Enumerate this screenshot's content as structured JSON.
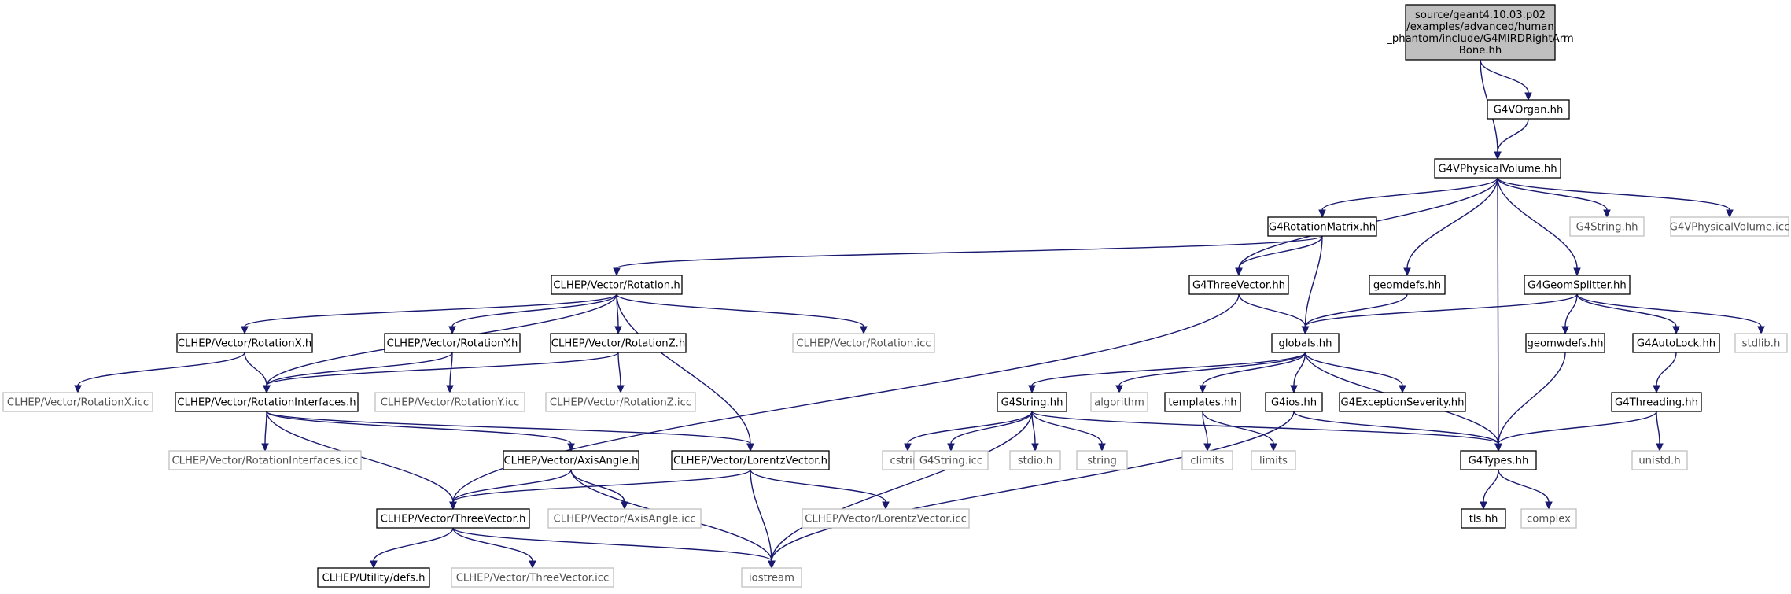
{
  "graph": {
    "colors": {
      "edge": "#191970",
      "node_border": "#000000",
      "external_node_border": "#bfbfbf",
      "external_node_text": "#505050",
      "root_fill": "#bfbfbf",
      "background": "#ffffff"
    },
    "nodes": [
      {
        "id": "root",
        "lines": [
          "source/geant4.10.03.p02",
          "/examples/advanced/human",
          "_phantom/include/G4MIRDRightArm",
          "Bone.hh"
        ],
        "kind": "root"
      },
      {
        "id": "g4vorgan",
        "lines": [
          "G4VOrgan.hh"
        ],
        "kind": "file"
      },
      {
        "id": "g4vphysicalvolume",
        "lines": [
          "G4VPhysicalVolume.hh"
        ],
        "kind": "file"
      },
      {
        "id": "g4rotationmatrix",
        "lines": [
          "G4RotationMatrix.hh"
        ],
        "kind": "file"
      },
      {
        "id": "g4string_ext",
        "lines": [
          "G4String.hh"
        ],
        "kind": "external"
      },
      {
        "id": "g4vphysicalvolume_icc",
        "lines": [
          "G4VPhysicalVolume.icc"
        ],
        "kind": "external"
      },
      {
        "id": "clhep_rotation",
        "lines": [
          "CLHEP/Vector/Rotation.h"
        ],
        "kind": "file"
      },
      {
        "id": "g4threevector",
        "lines": [
          "G4ThreeVector.hh"
        ],
        "kind": "file"
      },
      {
        "id": "geomdefs",
        "lines": [
          "geomdefs.hh"
        ],
        "kind": "file"
      },
      {
        "id": "g4geomsplitter",
        "lines": [
          "G4GeomSplitter.hh"
        ],
        "kind": "file"
      },
      {
        "id": "clhep_rotx",
        "lines": [
          "CLHEP/Vector/RotationX.h"
        ],
        "kind": "file"
      },
      {
        "id": "clhep_roty",
        "lines": [
          "CLHEP/Vector/RotationY.h"
        ],
        "kind": "file"
      },
      {
        "id": "clhep_rotz",
        "lines": [
          "CLHEP/Vector/RotationZ.h"
        ],
        "kind": "file"
      },
      {
        "id": "clhep_rotation_icc",
        "lines": [
          "CLHEP/Vector/Rotation.icc"
        ],
        "kind": "external"
      },
      {
        "id": "globals",
        "lines": [
          "globals.hh"
        ],
        "kind": "file"
      },
      {
        "id": "geomwdefs",
        "lines": [
          "geomwdefs.hh"
        ],
        "kind": "file"
      },
      {
        "id": "g4autolock",
        "lines": [
          "G4AutoLock.hh"
        ],
        "kind": "file"
      },
      {
        "id": "stdlib",
        "lines": [
          "stdlib.h"
        ],
        "kind": "external"
      },
      {
        "id": "clhep_rotx_icc",
        "lines": [
          "CLHEP/Vector/RotationX.icc"
        ],
        "kind": "external"
      },
      {
        "id": "clhep_rotif",
        "lines": [
          "CLHEP/Vector/RotationInterfaces.h"
        ],
        "kind": "file"
      },
      {
        "id": "clhep_roty_icc",
        "lines": [
          "CLHEP/Vector/RotationY.icc"
        ],
        "kind": "external"
      },
      {
        "id": "clhep_rotz_icc",
        "lines": [
          "CLHEP/Vector/RotationZ.icc"
        ],
        "kind": "external"
      },
      {
        "id": "g4string",
        "lines": [
          "G4String.hh"
        ],
        "kind": "file"
      },
      {
        "id": "algorithm",
        "lines": [
          "algorithm"
        ],
        "kind": "external"
      },
      {
        "id": "templates",
        "lines": [
          "templates.hh"
        ],
        "kind": "file"
      },
      {
        "id": "g4ios",
        "lines": [
          "G4ios.hh"
        ],
        "kind": "file"
      },
      {
        "id": "g4exceptionseverity",
        "lines": [
          "G4ExceptionSeverity.hh"
        ],
        "kind": "file"
      },
      {
        "id": "g4threading",
        "lines": [
          "G4Threading.hh"
        ],
        "kind": "file"
      },
      {
        "id": "clhep_rotif_icc",
        "lines": [
          "CLHEP/Vector/RotationInterfaces.icc"
        ],
        "kind": "external"
      },
      {
        "id": "clhep_axisangle",
        "lines": [
          "CLHEP/Vector/AxisAngle.h"
        ],
        "kind": "file"
      },
      {
        "id": "clhep_lorentz",
        "lines": [
          "CLHEP/Vector/LorentzVector.h"
        ],
        "kind": "file"
      },
      {
        "id": "cstring",
        "lines": [
          "cstring"
        ],
        "kind": "external"
      },
      {
        "id": "g4string_icc",
        "lines": [
          "G4String.icc"
        ],
        "kind": "external"
      },
      {
        "id": "stdio",
        "lines": [
          "stdio.h"
        ],
        "kind": "external"
      },
      {
        "id": "string",
        "lines": [
          "string"
        ],
        "kind": "external"
      },
      {
        "id": "climits",
        "lines": [
          "climits"
        ],
        "kind": "external"
      },
      {
        "id": "limits",
        "lines": [
          "limits"
        ],
        "kind": "external"
      },
      {
        "id": "g4types",
        "lines": [
          "G4Types.hh"
        ],
        "kind": "file"
      },
      {
        "id": "unistd",
        "lines": [
          "unistd.h"
        ],
        "kind": "external"
      },
      {
        "id": "clhep_threevector",
        "lines": [
          "CLHEP/Vector/ThreeVector.h"
        ],
        "kind": "file"
      },
      {
        "id": "clhep_axisangle_icc",
        "lines": [
          "CLHEP/Vector/AxisAngle.icc"
        ],
        "kind": "external"
      },
      {
        "id": "clhep_lorentz_icc",
        "lines": [
          "CLHEP/Vector/LorentzVector.icc"
        ],
        "kind": "external"
      },
      {
        "id": "tls",
        "lines": [
          "tls.hh"
        ],
        "kind": "file"
      },
      {
        "id": "complex",
        "lines": [
          "complex"
        ],
        "kind": "external"
      },
      {
        "id": "clhep_defs",
        "lines": [
          "CLHEP/Utility/defs.h"
        ],
        "kind": "file"
      },
      {
        "id": "clhep_threevector_icc",
        "lines": [
          "CLHEP/Vector/ThreeVector.icc"
        ],
        "kind": "external"
      },
      {
        "id": "iostream",
        "lines": [
          "iostream"
        ],
        "kind": "external"
      }
    ],
    "edges": [
      [
        "root",
        "g4vorgan"
      ],
      [
        "root",
        "g4vphysicalvolume"
      ],
      [
        "g4vorgan",
        "g4vphysicalvolume"
      ],
      [
        "g4vphysicalvolume",
        "g4rotationmatrix"
      ],
      [
        "g4vphysicalvolume",
        "g4threevector"
      ],
      [
        "g4vphysicalvolume",
        "geomdefs"
      ],
      [
        "g4vphysicalvolume",
        "g4geomsplitter"
      ],
      [
        "g4vphysicalvolume",
        "g4types"
      ],
      [
        "g4vphysicalvolume",
        "g4string_ext"
      ],
      [
        "g4vphysicalvolume",
        "g4vphysicalvolume_icc"
      ],
      [
        "g4rotationmatrix",
        "clhep_rotation"
      ],
      [
        "g4rotationmatrix",
        "g4threevector"
      ],
      [
        "g4rotationmatrix",
        "globals"
      ],
      [
        "clhep_rotation",
        "clhep_rotx"
      ],
      [
        "clhep_rotation",
        "clhep_roty"
      ],
      [
        "clhep_rotation",
        "clhep_rotz"
      ],
      [
        "clhep_rotation",
        "clhep_rotation_icc"
      ],
      [
        "clhep_rotation",
        "clhep_rotif"
      ],
      [
        "clhep_rotation",
        "clhep_lorentz"
      ],
      [
        "g4threevector",
        "globals"
      ],
      [
        "g4threevector",
        "clhep_threevector"
      ],
      [
        "geomdefs",
        "globals"
      ],
      [
        "g4geomsplitter",
        "globals"
      ],
      [
        "g4geomsplitter",
        "geomwdefs"
      ],
      [
        "g4geomsplitter",
        "g4autolock"
      ],
      [
        "g4geomsplitter",
        "stdlib"
      ],
      [
        "clhep_rotx",
        "clhep_rotx_icc"
      ],
      [
        "clhep_rotx",
        "clhep_rotif"
      ],
      [
        "clhep_roty",
        "clhep_rotif"
      ],
      [
        "clhep_roty",
        "clhep_roty_icc"
      ],
      [
        "clhep_rotz",
        "clhep_rotif"
      ],
      [
        "clhep_rotz",
        "clhep_rotz_icc"
      ],
      [
        "globals",
        "g4string"
      ],
      [
        "globals",
        "algorithm"
      ],
      [
        "globals",
        "templates"
      ],
      [
        "globals",
        "g4ios"
      ],
      [
        "globals",
        "g4exceptionseverity"
      ],
      [
        "globals",
        "g4types"
      ],
      [
        "geomwdefs",
        "g4types"
      ],
      [
        "g4autolock",
        "g4threading"
      ],
      [
        "clhep_rotif",
        "clhep_rotif_icc"
      ],
      [
        "clhep_rotif",
        "clhep_axisangle"
      ],
      [
        "clhep_rotif",
        "clhep_lorentz"
      ],
      [
        "clhep_rotif",
        "clhep_threevector"
      ],
      [
        "g4string",
        "cstring"
      ],
      [
        "g4string",
        "g4string_icc"
      ],
      [
        "g4string",
        "stdio"
      ],
      [
        "g4string",
        "string"
      ],
      [
        "g4string",
        "iostream"
      ],
      [
        "g4string",
        "g4types"
      ],
      [
        "templates",
        "climits"
      ],
      [
        "templates",
        "limits"
      ],
      [
        "g4ios",
        "g4types"
      ],
      [
        "g4ios",
        "iostream"
      ],
      [
        "g4threading",
        "g4types"
      ],
      [
        "g4threading",
        "unistd"
      ],
      [
        "clhep_axisangle",
        "clhep_threevector"
      ],
      [
        "clhep_axisangle",
        "clhep_axisangle_icc"
      ],
      [
        "clhep_axisangle",
        "iostream"
      ],
      [
        "clhep_lorentz",
        "clhep_threevector"
      ],
      [
        "clhep_lorentz",
        "clhep_lorentz_icc"
      ],
      [
        "clhep_lorentz",
        "iostream"
      ],
      [
        "g4types",
        "tls"
      ],
      [
        "g4types",
        "complex"
      ],
      [
        "clhep_threevector",
        "clhep_defs"
      ],
      [
        "clhep_threevector",
        "clhep_threevector_icc"
      ],
      [
        "clhep_threevector",
        "iostream"
      ]
    ]
  }
}
